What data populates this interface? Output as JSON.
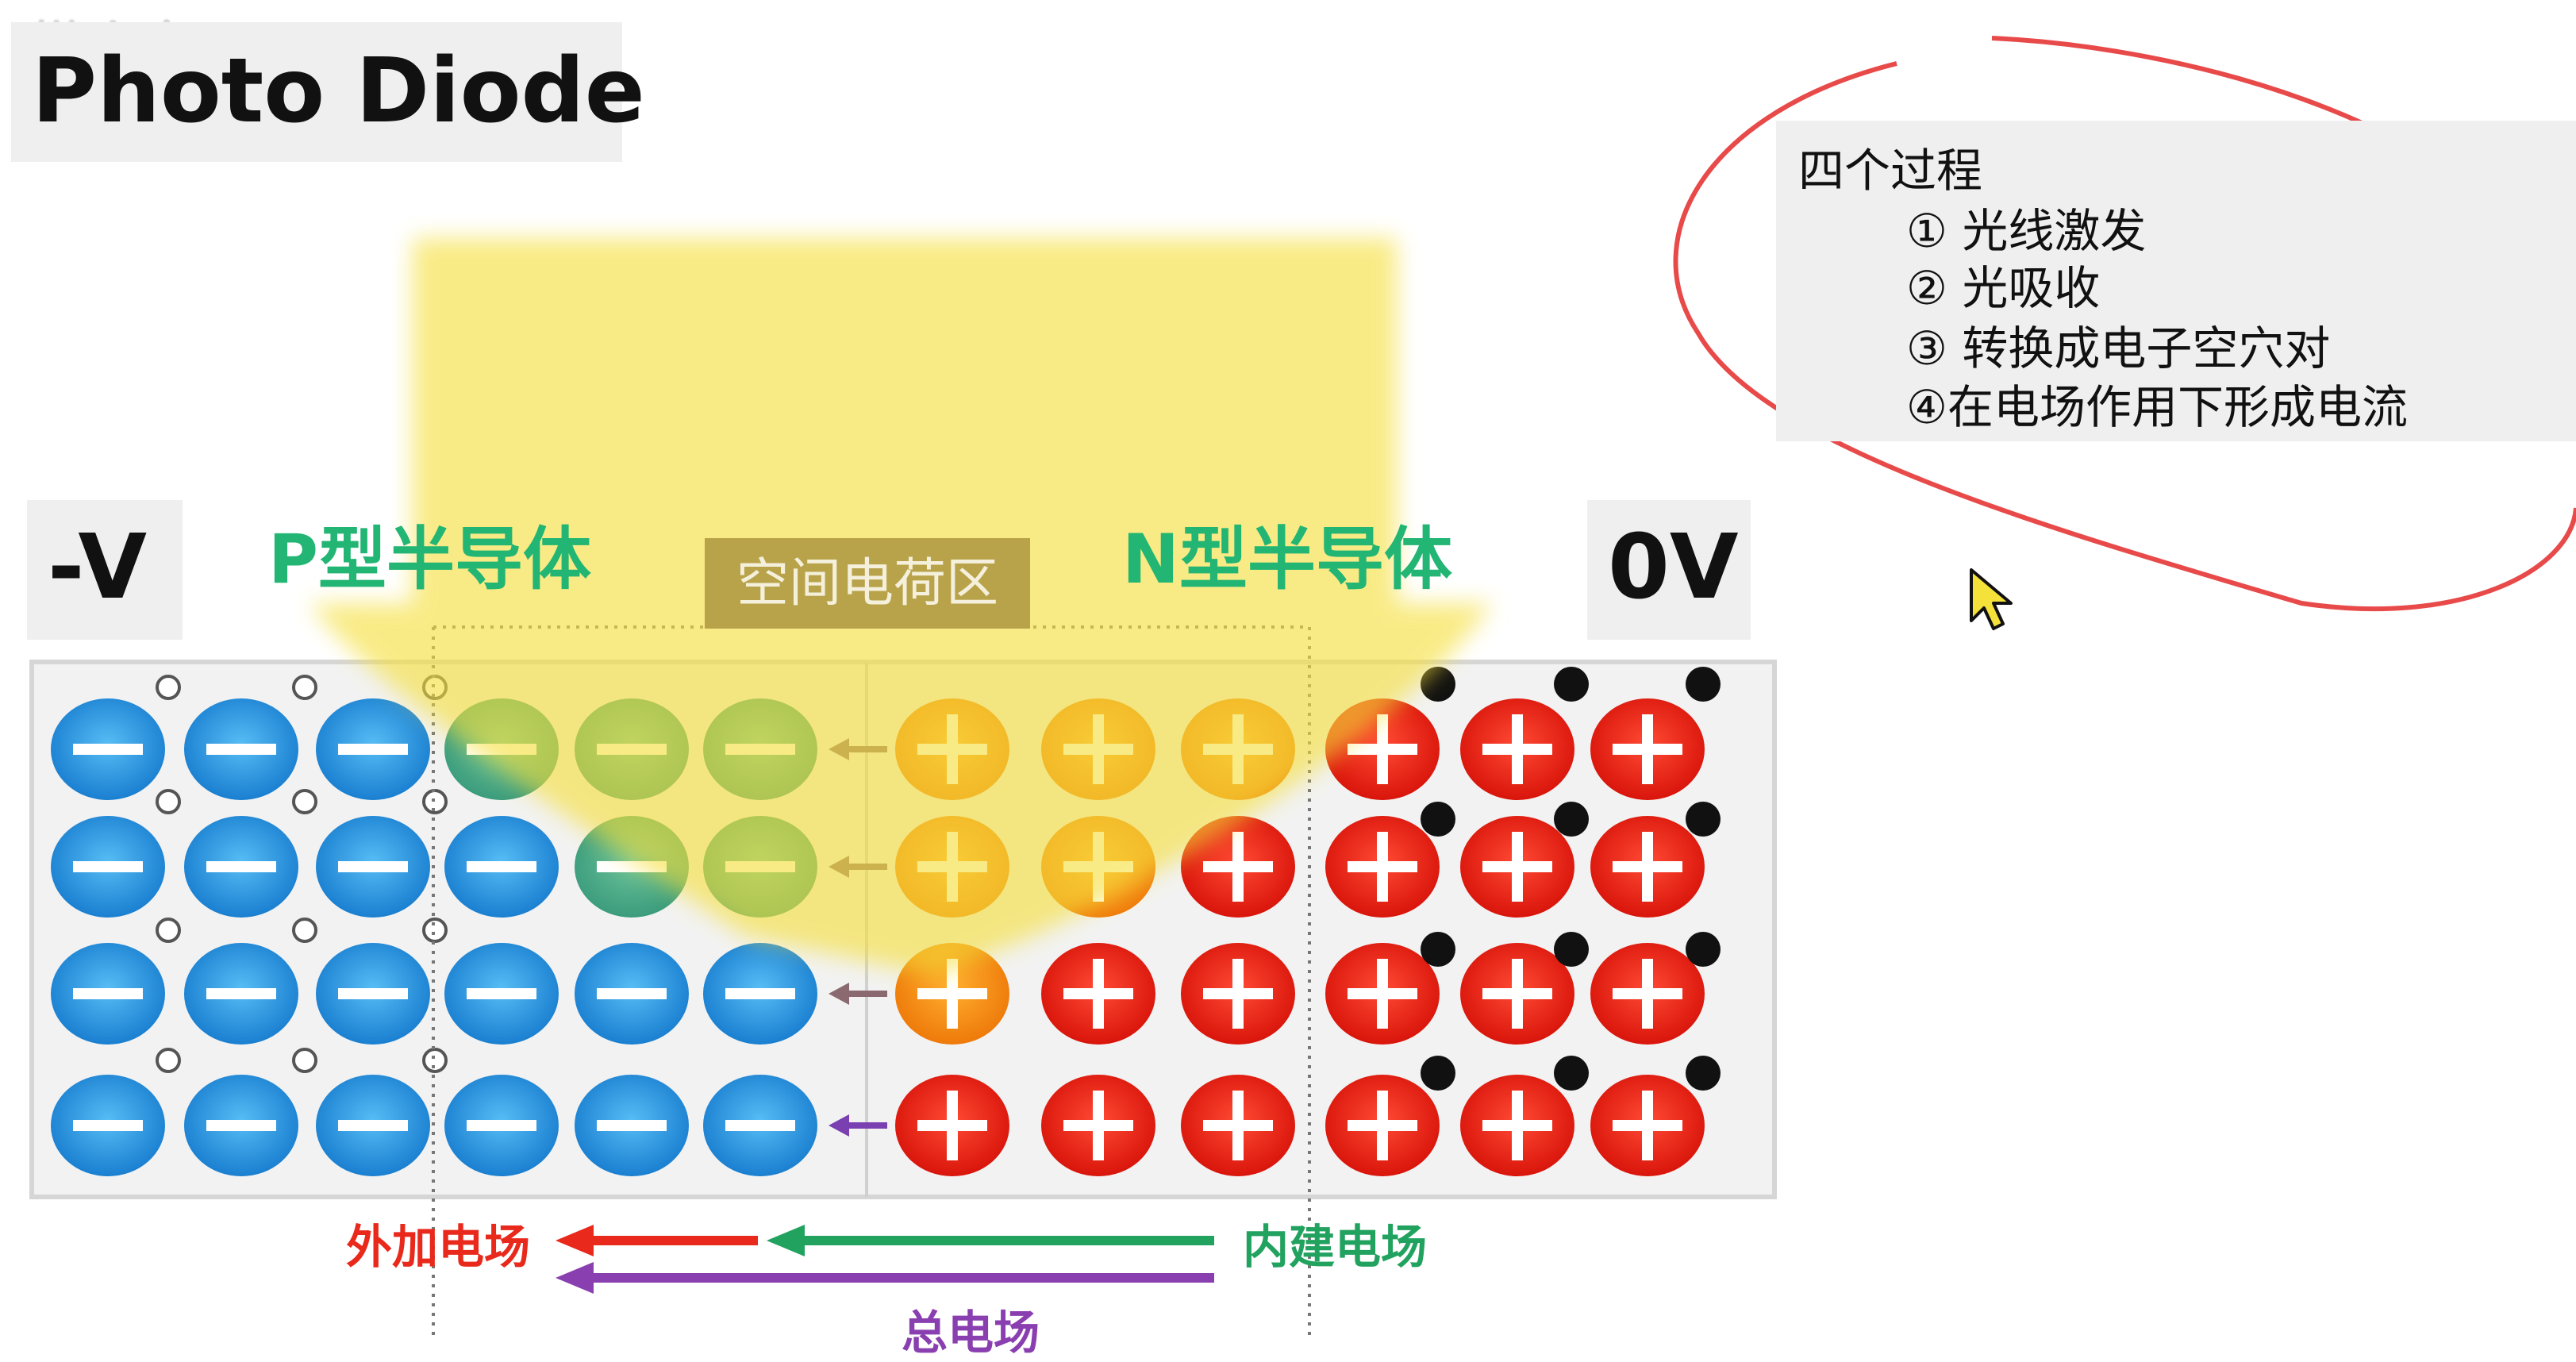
{
  "watermark": "懒小木",
  "title": "Photo Diode",
  "left_voltage": "-V",
  "right_voltage": "0V",
  "p_label": "P型半导体",
  "n_label": "N型半导体",
  "region_label": "空间电荷区",
  "process": {
    "title": "四个过程",
    "steps": [
      "① 光线激发",
      "② 光吸收",
      "③ 转换成电子空穴对",
      "④在电场作用下形成电流"
    ]
  },
  "fields": {
    "external": "外加电场",
    "builtin": "内建电场",
    "total": "总电场"
  },
  "colors": {
    "p_ion": "#1f8fe0",
    "n_ion": "#e81e12",
    "n_ion_lit": "#f28a10",
    "p_ion_lit": "#3fa98a",
    "external_arrow": "#e8291c",
    "builtin_arrow": "#22a25f",
    "total_arrow": "#8a3fb0",
    "semiconductor_label": "#22b573",
    "annotation": "#e84a4a"
  },
  "icons": [
    "mouse-cursor-icon",
    "bracket-annotation",
    "circle-annotation"
  ]
}
